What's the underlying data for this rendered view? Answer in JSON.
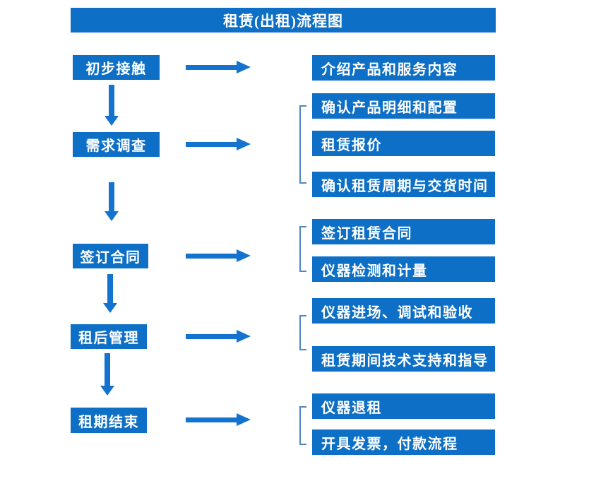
{
  "title": "租赁(出租)流程图",
  "left_steps": [
    {
      "label": "初步接触"
    },
    {
      "label": "需求调查"
    },
    {
      "label": "签订合同"
    },
    {
      "label": "租后管理"
    },
    {
      "label": "租期结束"
    }
  ],
  "right_items": [
    {
      "label": "介绍产品和服务内容"
    },
    {
      "label": "确认产品明细和配置"
    },
    {
      "label": "租赁报价"
    },
    {
      "label": "确认租赁周期与交货时间"
    },
    {
      "label": "签订租赁合同"
    },
    {
      "label": "仪器检测和计量"
    },
    {
      "label": "仪器进场、调试和验收"
    },
    {
      "label": "租赁期间技术支持和指导"
    },
    {
      "label": "仪器退租"
    },
    {
      "label": "开具发票，付款流程"
    }
  ],
  "colors": {
    "box_blue": "#0d6fc5",
    "arrow_blue": "#1373cf",
    "bracket_blue": "#4e86c6",
    "text_white": "#ffffff",
    "background": "#ffffff"
  }
}
